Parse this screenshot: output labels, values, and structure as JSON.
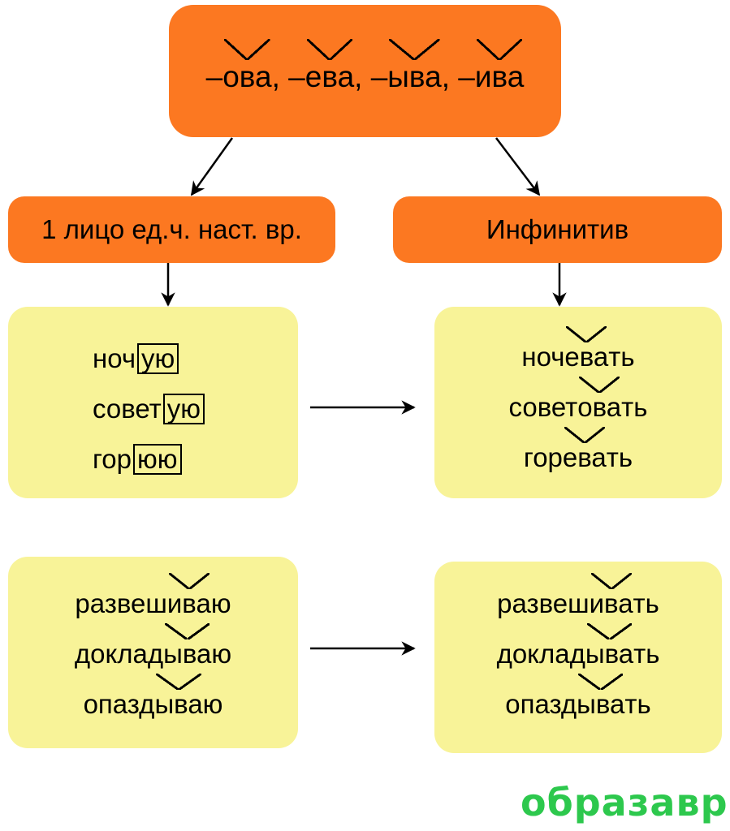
{
  "top": {
    "suffixes": [
      {
        "prefix": "–",
        "suffix": "ова",
        "sep": ", "
      },
      {
        "prefix": "–",
        "suffix": "ева",
        "sep": ", "
      },
      {
        "prefix": "–",
        "suffix": "ыва",
        "sep": ", "
      },
      {
        "prefix": "–",
        "suffix": "ива",
        "sep": ""
      }
    ]
  },
  "headers": {
    "left": "1 лицо ед.ч. наст. вр.",
    "right": "Инфинитив"
  },
  "group1": {
    "present": [
      {
        "stem": "ноч",
        "ending": "ую"
      },
      {
        "stem": "совет",
        "ending": "ую"
      },
      {
        "stem": "гор",
        "ending": "юю"
      }
    ],
    "infinitive": [
      {
        "before": "ноч",
        "suffix": "ева",
        "after": "ть"
      },
      {
        "before": "совет",
        "suffix": "ова",
        "after": "ть"
      },
      {
        "before": "гор",
        "suffix": "ева",
        "after": "ть"
      }
    ]
  },
  "group2": {
    "present": [
      {
        "before": "развеш",
        "suffix": "ива",
        "after": "ю"
      },
      {
        "before": "доклад",
        "suffix": "ыва",
        "after": "ю"
      },
      {
        "before": "опазд",
        "suffix": "ыва",
        "after": "ю"
      }
    ],
    "infinitive": [
      {
        "before": "развеш",
        "suffix": "ива",
        "after": "ть"
      },
      {
        "before": "доклад",
        "suffix": "ыва",
        "after": "ть"
      },
      {
        "before": "опазд",
        "suffix": "ыва",
        "after": "ть"
      }
    ]
  },
  "logo": {
    "text": "образавр",
    "color": "#2dc84d"
  },
  "colors": {
    "orange": "#fc7821",
    "yellow": "#f8f398"
  }
}
